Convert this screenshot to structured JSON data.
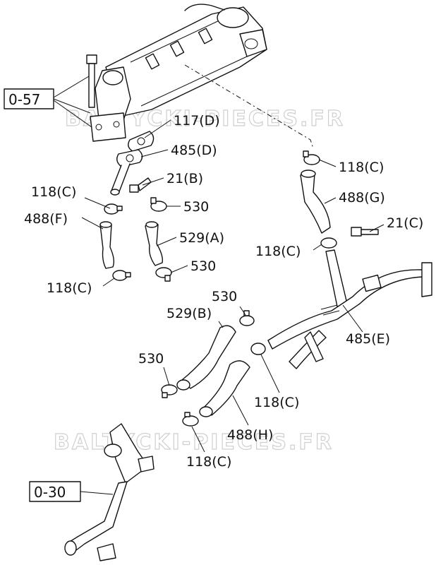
{
  "watermarks": [
    "BALTYCKI-PIECES.FR",
    "BALTYCKI-PIECES.FR"
  ],
  "refs": [
    {
      "id": "ref-0-57",
      "text": "0-57"
    },
    {
      "id": "ref-0-30",
      "text": "0-30"
    }
  ],
  "labels": [
    {
      "id": "label-117d",
      "text": "117(D)"
    },
    {
      "id": "label-485d",
      "text": "485(D)"
    },
    {
      "id": "label-21b",
      "text": "21(B)"
    },
    {
      "id": "label-118c-1",
      "text": "118(C)"
    },
    {
      "id": "label-530-1",
      "text": "530"
    },
    {
      "id": "label-488f",
      "text": "488(F)"
    },
    {
      "id": "label-529a",
      "text": "529(A)"
    },
    {
      "id": "label-530-2",
      "text": "530"
    },
    {
      "id": "label-118c-2",
      "text": "118(C)"
    },
    {
      "id": "label-118c-3",
      "text": "118(C)"
    },
    {
      "id": "label-488g",
      "text": "488(G)"
    },
    {
      "id": "label-21c",
      "text": "21(C)"
    },
    {
      "id": "label-118c-4",
      "text": "118(C)"
    },
    {
      "id": "label-530-3",
      "text": "530"
    },
    {
      "id": "label-529b",
      "text": "529(B)"
    },
    {
      "id": "label-485e",
      "text": "485(E)"
    },
    {
      "id": "label-530-4",
      "text": "530"
    },
    {
      "id": "label-118c-5",
      "text": "118(C)"
    },
    {
      "id": "label-488h",
      "text": "488(H)"
    },
    {
      "id": "label-118c-6",
      "text": "118(C)"
    }
  ]
}
